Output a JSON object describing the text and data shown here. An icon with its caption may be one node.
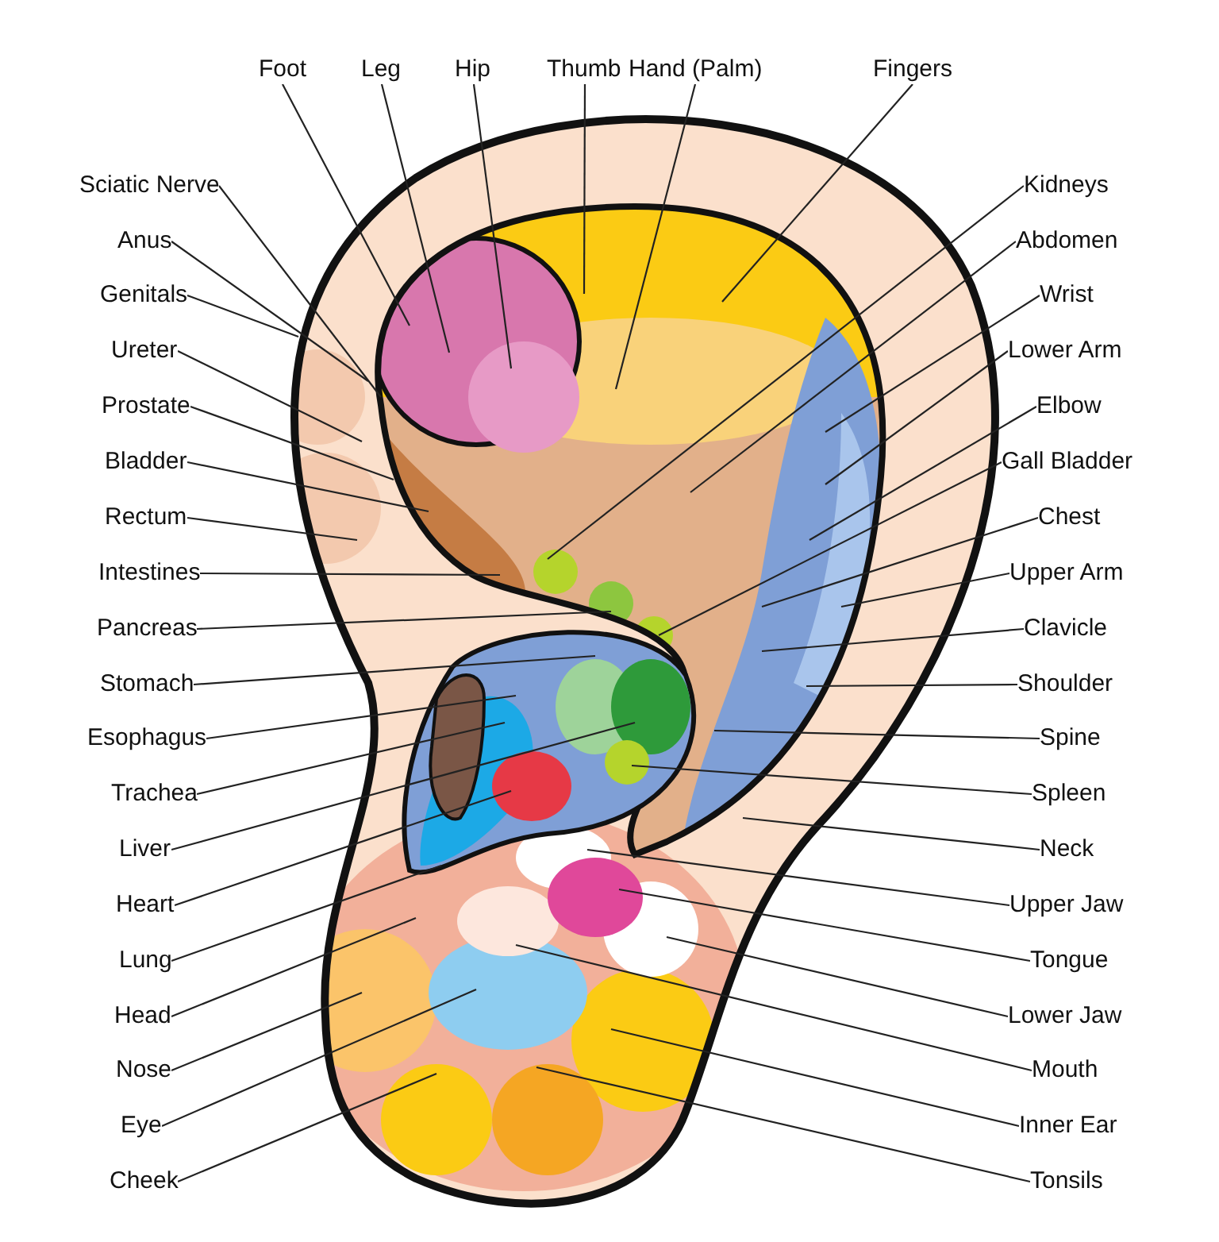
{
  "diagram": {
    "nodes": [
      {
        "text": [
          "Foot"
        ]
      },
      {
        "text": [
          "Leg"
        ]
      },
      {
        "text": [
          "Hip"
        ]
      },
      {
        "text": [
          "Thumb"
        ]
      },
      {
        "text": [
          "Hand (Palm)"
        ]
      },
      {
        "text": [
          "Fingers"
        ]
      },
      {
        "text": [
          "Sciatic Nerve"
        ]
      },
      {
        "text": [
          "Anus"
        ]
      },
      {
        "text": [
          "Genitals"
        ]
      },
      {
        "text": [
          "Ureter"
        ]
      },
      {
        "text": [
          "Prostate"
        ]
      },
      {
        "text": [
          "Bladder"
        ]
      },
      {
        "text": [
          "Rectum"
        ]
      },
      {
        "text": [
          "Intestines"
        ]
      },
      {
        "text": [
          "Pancreas"
        ]
      },
      {
        "text": [
          "Stomach"
        ]
      },
      {
        "text": [
          "Esophagus"
        ]
      },
      {
        "text": [
          "Trachea"
        ]
      },
      {
        "text": [
          "Liver"
        ]
      },
      {
        "text": [
          "Heart"
        ]
      },
      {
        "text": [
          "Lung"
        ]
      },
      {
        "text": [
          "Head"
        ]
      },
      {
        "text": [
          "Nose"
        ]
      },
      {
        "text": [
          "Eye"
        ]
      },
      {
        "text": [
          "Cheek"
        ]
      },
      {
        "text": [
          "Kidneys"
        ]
      },
      {
        "text": [
          "Abdomen"
        ]
      },
      {
        "text": [
          "Wrist"
        ]
      },
      {
        "text": [
          "Lower Arm"
        ]
      },
      {
        "text": [
          "Elbow"
        ]
      },
      {
        "text": [
          "Gall Bladder"
        ]
      },
      {
        "text": [
          "Chest"
        ]
      },
      {
        "text": [
          "Upper Arm"
        ]
      },
      {
        "text": [
          "Clavicle"
        ]
      },
      {
        "text": [
          "Shoulder"
        ]
      },
      {
        "text": [
          "Spine"
        ]
      },
      {
        "text": [
          "Spleen"
        ]
      },
      {
        "text": [
          "Neck"
        ]
      },
      {
        "text": [
          "Upper Jaw"
        ]
      },
      {
        "text": [
          "Tongue"
        ]
      },
      {
        "text": [
          "Lower Jaw"
        ]
      },
      {
        "text": [
          "Mouth"
        ]
      },
      {
        "text": [
          "Inner Ear"
        ]
      },
      {
        "text": [
          "Tonsils"
        ]
      }
    ],
    "edges": [
      {
        "from": 0,
        "to": null,
        "arrow": "none"
      },
      {
        "from": 1,
        "to": null,
        "arrow": "none"
      },
      {
        "from": 2,
        "to": null,
        "arrow": "none"
      },
      {
        "from": 3,
        "to": null,
        "arrow": "none"
      },
      {
        "from": 4,
        "to": null,
        "arrow": "none"
      },
      {
        "from": 5,
        "to": null,
        "arrow": "none"
      },
      {
        "from": 6,
        "to": null,
        "arrow": "none"
      },
      {
        "from": 7,
        "to": null,
        "arrow": "none"
      },
      {
        "from": 8,
        "to": null,
        "arrow": "none"
      },
      {
        "from": 9,
        "to": null,
        "arrow": "none"
      },
      {
        "from": 10,
        "to": null,
        "arrow": "none"
      },
      {
        "from": 11,
        "to": null,
        "arrow": "none"
      },
      {
        "from": 12,
        "to": null,
        "arrow": "none"
      },
      {
        "from": 13,
        "to": null,
        "arrow": "none"
      },
      {
        "from": 14,
        "to": null,
        "arrow": "none"
      },
      {
        "from": 15,
        "to": null,
        "arrow": "none"
      },
      {
        "from": 16,
        "to": null,
        "arrow": "none"
      },
      {
        "from": 17,
        "to": null,
        "arrow": "none"
      },
      {
        "from": 18,
        "to": null,
        "arrow": "none"
      },
      {
        "from": 19,
        "to": null,
        "arrow": "none"
      },
      {
        "from": 20,
        "to": null,
        "arrow": "none"
      },
      {
        "from": 21,
        "to": null,
        "arrow": "none"
      },
      {
        "from": 22,
        "to": null,
        "arrow": "none"
      },
      {
        "from": 23,
        "to": null,
        "arrow": "none"
      },
      {
        "from": 24,
        "to": null,
        "arrow": "none"
      },
      {
        "from": 25,
        "to": null,
        "arrow": "none"
      },
      {
        "from": 26,
        "to": null,
        "arrow": "none"
      },
      {
        "from": 27,
        "to": null,
        "arrow": "none"
      },
      {
        "from": 28,
        "to": null,
        "arrow": "none"
      },
      {
        "from": 29,
        "to": null,
        "arrow": "none"
      },
      {
        "from": 30,
        "to": null,
        "arrow": "none"
      },
      {
        "from": 31,
        "to": null,
        "arrow": "none"
      },
      {
        "from": 32,
        "to": null,
        "arrow": "none"
      },
      {
        "from": 33,
        "to": null,
        "arrow": "none"
      },
      {
        "from": 34,
        "to": null,
        "arrow": "none"
      },
      {
        "from": 35,
        "to": null,
        "arrow": "none"
      },
      {
        "from": 36,
        "to": null,
        "arrow": "none"
      },
      {
        "from": 37,
        "to": null,
        "arrow": "none"
      },
      {
        "from": 38,
        "to": null,
        "arrow": "none"
      },
      {
        "from": 39,
        "to": null,
        "arrow": "none"
      },
      {
        "from": 40,
        "to": null,
        "arrow": "none"
      },
      {
        "from": 41,
        "to": null,
        "arrow": "none"
      },
      {
        "from": 42,
        "to": null,
        "arrow": "none"
      },
      {
        "from": 43,
        "to": null,
        "arrow": "none"
      }
    ]
  }
}
